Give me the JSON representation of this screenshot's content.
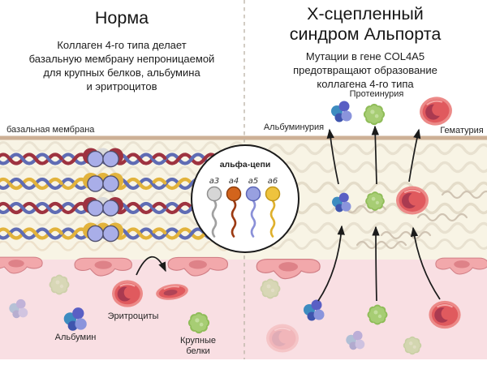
{
  "left_panel": {
    "title": "Норма",
    "description": "Коллаген 4-го типа делает\nбазальную мембрану непроницаемой\nдля крупных белков, альбумина\nи эритроцитов",
    "membrane_label": "базальная мембрана",
    "erythrocytes_label": "Эритроциты",
    "albumin_label": "Альбумин",
    "large_proteins_label": "Крупные\nбелки"
  },
  "right_panel": {
    "title": "Х-сцепленный\nсиндром Альпорта",
    "description": "Мутации в гене COL4A5\nпредотвращают образование\nколлагена 4-го типа",
    "albuminuria_label": "Альбуминурия",
    "proteinuria_label": "Протеинурия",
    "hematuria_label": "Гематурия"
  },
  "inset": {
    "title": "альфа-цепи",
    "chains": [
      {
        "label": "а3",
        "color": "#d6d6d6"
      },
      {
        "label": "а4",
        "color": "#d2641c"
      },
      {
        "label": "а5",
        "color": "#98a0e0"
      },
      {
        "label": "а6",
        "color": "#eec33e"
      }
    ]
  },
  "colors": {
    "background": "#ffffff",
    "membrane_area": "#f8f4e5",
    "blood_area": "#f9dfe3",
    "membrane_line": "#cdb096",
    "collagen_blue": "#5f6cb4",
    "collagen_red": "#9e3340",
    "collagen_yellow": "#e2b33c",
    "nc1_domain_purple": "#a9aee8",
    "erythrocyte_red": "#e05a5e",
    "albumin_blue": "#3d8cc0",
    "protein_green": "#a7cd74",
    "podocyte_pink": "#f2a8ab"
  }
}
